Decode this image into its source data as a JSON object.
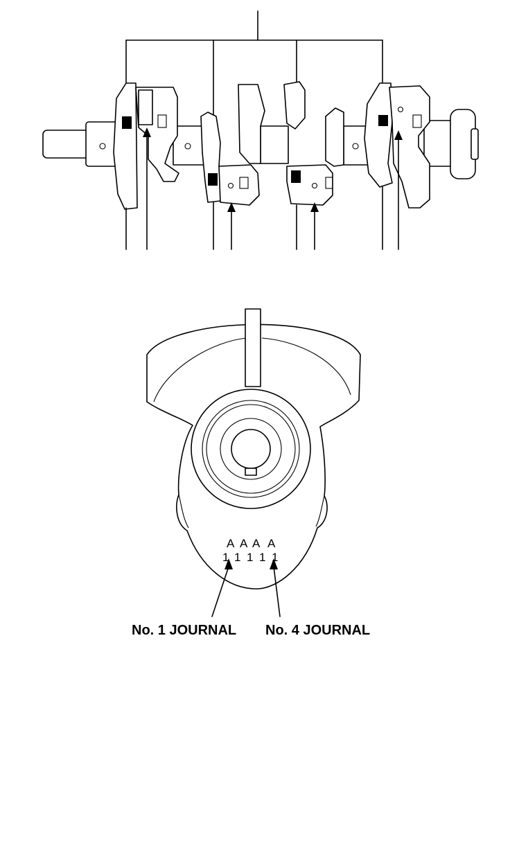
{
  "figure": {
    "journal_codes_top": [
      "A",
      "A",
      "A",
      "A"
    ],
    "journal_codes_bottom": [
      "1",
      "1",
      "1",
      "1",
      "1"
    ],
    "callouts": [
      {
        "id": "no1",
        "label": "No. 1 JOURNAL"
      },
      {
        "id": "no4",
        "label": "No. 4 JOURNAL"
      }
    ]
  }
}
